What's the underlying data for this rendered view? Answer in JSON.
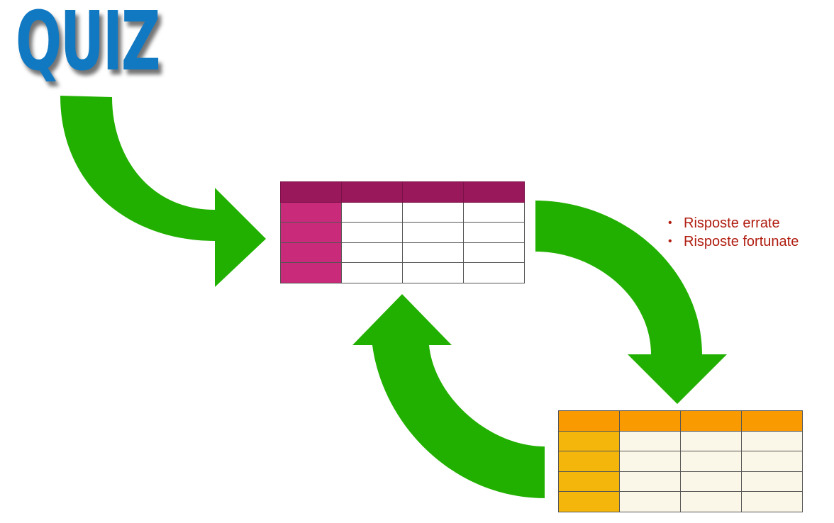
{
  "title": "QUIZ",
  "notes": [
    "Risposte errate",
    "Risposte fortunate"
  ],
  "colors": {
    "title": "#1178c2",
    "arrow": "#22b000",
    "notes_text": "#b01d10",
    "table_top_header": "#99185c",
    "table_top_row_header": "#c92a7a",
    "table_top_cell": "#ffffff",
    "table_bottom_header": "#f99a00",
    "table_bottom_row_header": "#f4b60b",
    "table_bottom_cell": "#faf6e8"
  }
}
